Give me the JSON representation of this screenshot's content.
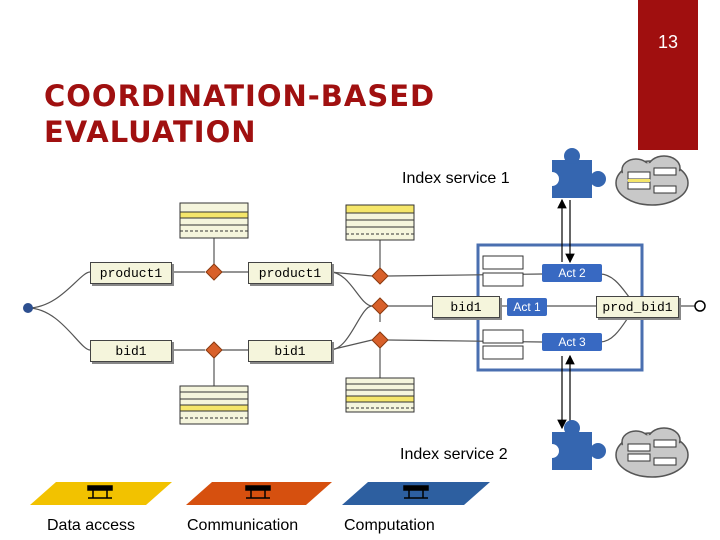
{
  "page_number": "13",
  "title_line1": "COORDINATION-BASED",
  "title_line2": "EVALUATION",
  "index_service_1": "Index service 1",
  "index_service_2": "Index service 2",
  "boxes": {
    "left_product": "product1",
    "left_bid": "bid1",
    "mid_product": "product1",
    "mid_bid": "bid1",
    "inner_bid": "bid1",
    "right_prod_bid": "prod_bid1"
  },
  "acts": {
    "act1": "Act 1",
    "act2": "Act 2",
    "act3": "Act 3"
  },
  "legend": [
    "Data access",
    "Communication",
    "Computation"
  ],
  "colors": {
    "accent_red": "#a00f0f",
    "data_access": "#f2c200",
    "communication": "#d6500f",
    "computation": "#2d5fa0",
    "flow_node": "#d8602a",
    "act": "#3869c2"
  }
}
